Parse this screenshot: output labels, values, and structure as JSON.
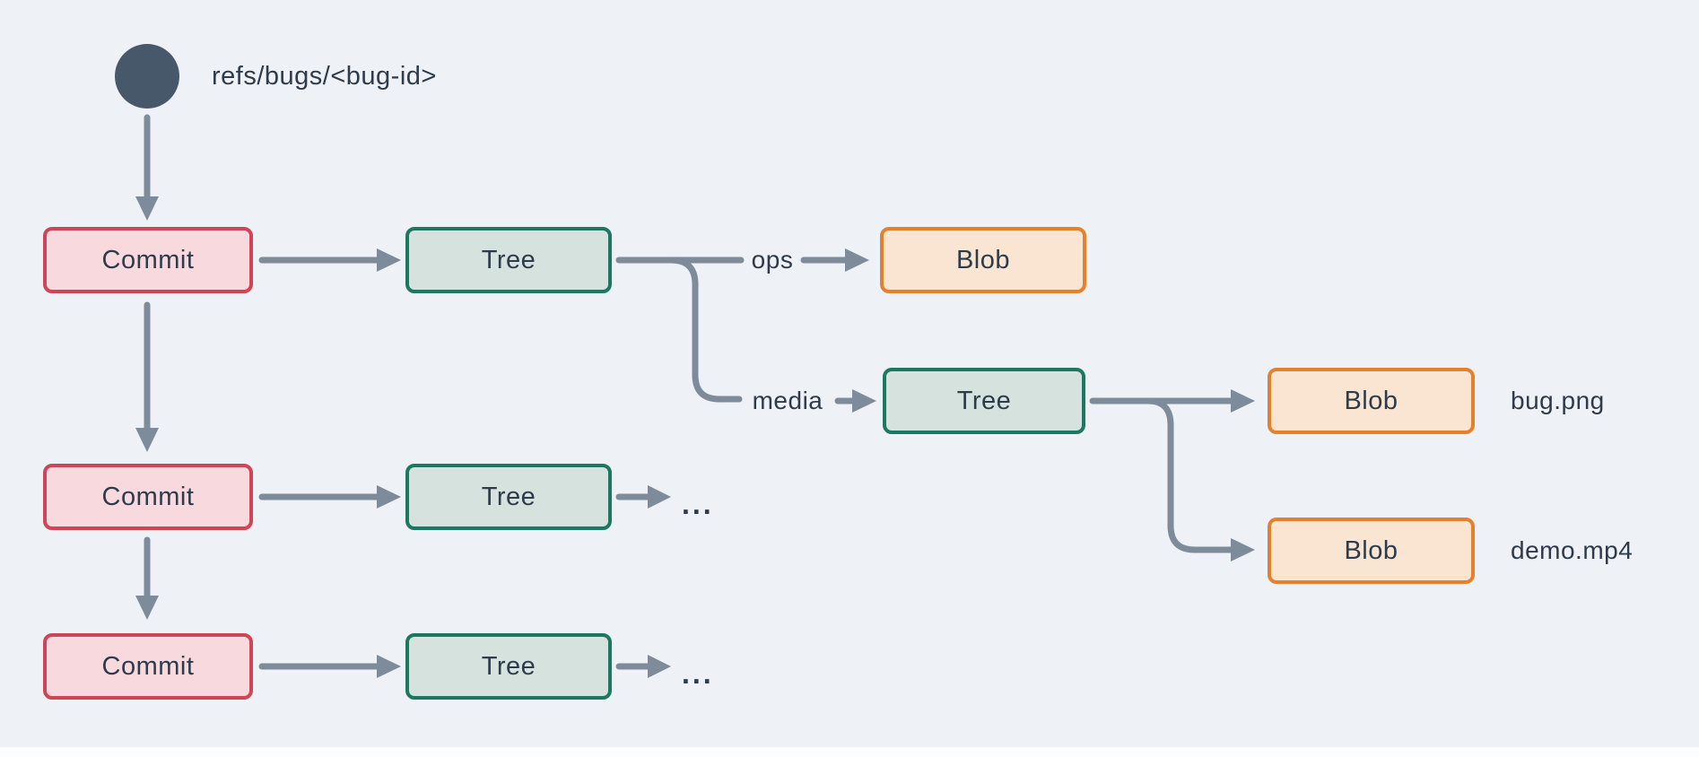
{
  "diagram": {
    "ref": {
      "label": "refs/bugs/<bug-id>"
    },
    "nodes": {
      "commit1": "Commit",
      "commit2": "Commit",
      "commit3": "Commit",
      "tree1": "Tree",
      "tree2": "Tree",
      "tree3": "Tree",
      "tree_media": "Tree",
      "blob_ops": "Blob",
      "blob_bug": "Blob",
      "blob_demo": "Blob"
    },
    "edge_labels": {
      "ops": "ops",
      "media": "media"
    },
    "file_labels": {
      "bug": "bug.png",
      "demo": "demo.mp4"
    },
    "ellipsis": {
      "row2": "...",
      "row3": "..."
    },
    "colors": {
      "background": "#eef1f5",
      "bottom_strip": "#fcfdfe",
      "connector": "#7d8b9a",
      "text": "#2d3b4a",
      "ref_circle": "#47586b",
      "commit_fill": "#f8d9de",
      "commit_border": "#cf4456",
      "tree_fill": "#d5e2dd",
      "tree_border": "#1d7862",
      "blob_fill": "#fae5d3",
      "blob_border": "#e2822e"
    }
  }
}
